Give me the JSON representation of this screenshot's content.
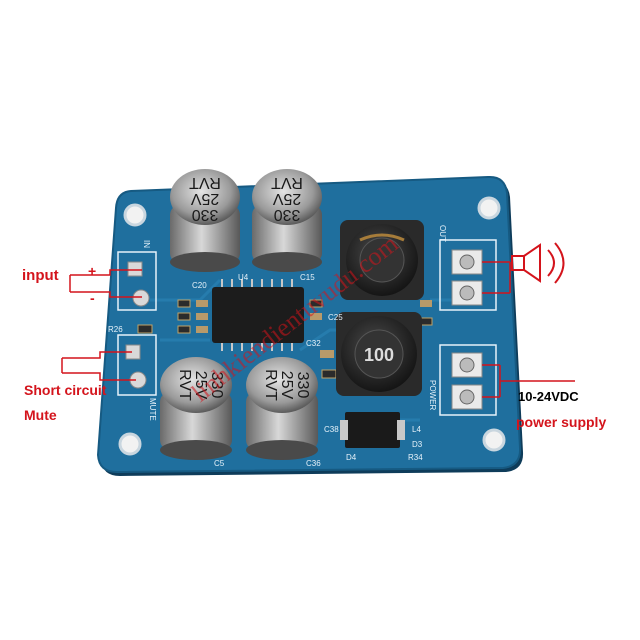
{
  "labels": {
    "input": "input",
    "input_plus": "+",
    "input_minus": "-",
    "short_circuit": "Short circuit",
    "mute": "Mute",
    "voltage": "10-24VDC",
    "power_supply": "power supply"
  },
  "board": {
    "color": "#1f6f9e",
    "silkscreen_color": "#e6f2fa",
    "capacitors": [
      {
        "value": "330",
        "voltage": "25V",
        "series": "RVT"
      },
      {
        "value": "330",
        "voltage": "25V",
        "series": "RVT"
      },
      {
        "value": "330",
        "voltage": "25V",
        "series": "RVT"
      },
      {
        "value": "330",
        "voltage": "25V",
        "series": "RVT"
      }
    ],
    "inductor_top_marking": "",
    "inductor_bottom_marking": "100",
    "silk_labels": [
      "U4",
      "C15",
      "C20",
      "C25",
      "C32",
      "C5",
      "C36",
      "C38",
      "R26",
      "R34",
      "D3",
      "D4",
      "L4",
      "IN",
      "OUT",
      "POWER",
      "MUTE"
    ]
  },
  "watermark": "linhkiendientuvudu.com",
  "accent_red": "#d4141c"
}
